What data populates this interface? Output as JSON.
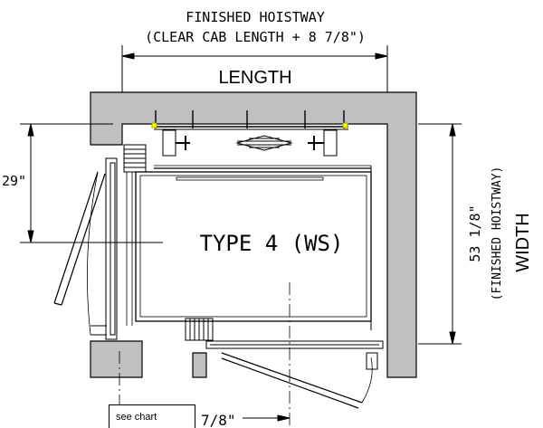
{
  "header": {
    "line1": "FINISHED HOISTWAY",
    "line2": "(CLEAR CAB LENGTH + 8 7/8\")"
  },
  "labels": {
    "length": "LENGTH",
    "width": "WIDTH",
    "width_dim": "53 1/8\"",
    "width_note": "(FINISHED HOISTWAY)",
    "left_dim": "29\"",
    "cab_type": "TYPE 4 (WS)",
    "bottom_dim": "7/8\"",
    "see_chart": "see chart"
  },
  "colors": {
    "wall_fill": "#c0c0c0",
    "line": "#000000",
    "accent": "#ffff00"
  }
}
